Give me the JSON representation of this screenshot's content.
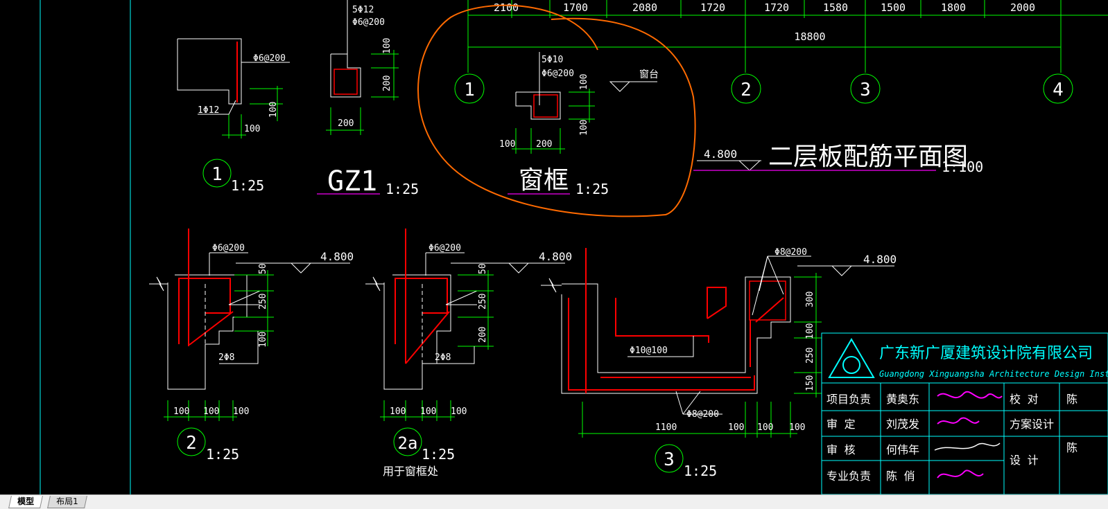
{
  "colors": {
    "background": "#000000",
    "dim": "#00ff00",
    "rebar": "#ff0000",
    "outline": "#ffffff",
    "leader": "#ffffff",
    "circle": "#00ff00",
    "underline": "#cc00cc",
    "markup": "#ff6a00",
    "cyan": "#00ffff",
    "sign": "#ff00ff"
  },
  "top_axis": {
    "spans": [
      "2100",
      "1700",
      "2080",
      "1720",
      "1720",
      "1580",
      "1500",
      "1800",
      "2000"
    ],
    "total": "18800",
    "axes": [
      "1",
      "2",
      "3",
      "4"
    ]
  },
  "detail1": {
    "rebar_a": "Φ6@200",
    "rebar_b": "1Φ12",
    "dim": "100",
    "bubble": "1",
    "scale": "1:25"
  },
  "gz1": {
    "rebar_top": "5Φ12",
    "rebar_tie": "Φ6@200",
    "dim_v1": "100",
    "dim_v2": "200",
    "dim_h": "200",
    "title": "GZ1",
    "scale": "1:25"
  },
  "window_frame": {
    "rebar_top": "5Φ10",
    "rebar_tie": "Φ6@200",
    "sill_label": "窗台",
    "dim_v1": "100",
    "dim_v2": "100",
    "dim_h1": "100",
    "dim_h2": "200",
    "title": "窗框",
    "scale": "1:25"
  },
  "plan_title": {
    "elev": "4.800",
    "text": "二层板配筋平面图",
    "scale": "1:100"
  },
  "detail2": {
    "rebar_tie": "Φ6@200",
    "elev": "4.800",
    "bars": "2Φ8",
    "dim_v1": "50",
    "dim_v2": "250",
    "dim_v3": "100",
    "dim_h": [
      "100",
      "100",
      "100"
    ],
    "bubble": "2",
    "scale": "1:25"
  },
  "detail2a": {
    "rebar_tie": "Φ6@200",
    "elev": "4.800",
    "bars": "2Φ8",
    "dim_v1": "50",
    "dim_v2": "250",
    "dim_v3": "200",
    "dim_h": [
      "100",
      "100",
      "100"
    ],
    "bubble": "2a",
    "scale": "1:25",
    "note": "用于窗框处"
  },
  "detail3": {
    "rebar_top": "Φ8@200",
    "elev": "4.800",
    "rebar_mid": "Φ10@100",
    "rebar_bot": "Φ8@200",
    "dim_v": [
      "300",
      "100",
      "250",
      "150"
    ],
    "dim_h": [
      "1100",
      "100",
      "100",
      "100"
    ],
    "bubble": "3",
    "scale": "1:25"
  },
  "title_block": {
    "company_cn": "广东新广厦建筑设计院有限公司",
    "company_en": "Guangdong Xinguangsha Architecture Design Institu",
    "rows": [
      {
        "role": "项目负责",
        "name": "黄奥东"
      },
      {
        "role": "审  定",
        "name": "刘茂发"
      },
      {
        "role": "审  核",
        "name": "何伟年"
      },
      {
        "role": "专业负责",
        "name": "陈 俏"
      }
    ],
    "right_labels": [
      "校 对",
      "方案设计",
      "设 计"
    ],
    "right_names": [
      "陈",
      "陈"
    ]
  },
  "tabs": [
    "模型",
    "布局1"
  ]
}
